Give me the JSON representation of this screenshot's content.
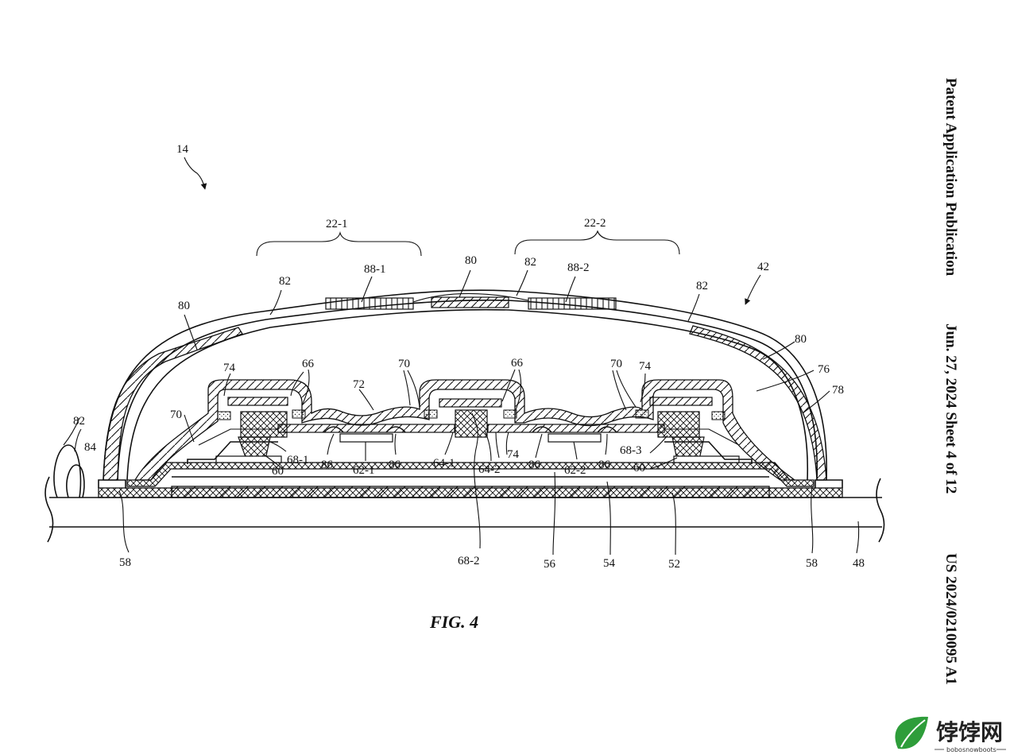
{
  "header": {
    "publication": "Patent Application Publication",
    "date_sheet": "Jun. 27, 2024  Sheet 4 of 12",
    "number": "US 2024/0210095 A1"
  },
  "figure": {
    "caption": "FIG. 4",
    "labels": {
      "l14": "14",
      "l22_1": "22-1",
      "l22_2": "22-2",
      "l42": "42",
      "l80_a": "80",
      "l80_b": "80",
      "l80_c": "80",
      "l82_a": "82",
      "l82_b": "82",
      "l82_c": "82",
      "l82_d": "82",
      "l84": "84",
      "l88_1": "88-1",
      "l88_2": "88-2",
      "l74_a": "74",
      "l74_b": "74",
      "l74_c": "74",
      "l66_a": "66",
      "l66_b": "66",
      "l70_a": "70",
      "l70_b": "70",
      "l70_c": "70",
      "l72": "72",
      "l76": "76",
      "l78": "78",
      "l68_1": "68-1",
      "l68_2": "68-2",
      "l68_3": "68-3",
      "l60_a": "60",
      "l60_b": "60",
      "l86_a": "86",
      "l86_b": "86",
      "l86_c": "86",
      "l86_d": "86",
      "l62_1": "62-1",
      "l62_2": "62-2",
      "l64_1": "64-1",
      "l64_2": "64-2",
      "l58_a": "58",
      "l58_b": "58",
      "l56": "56",
      "l54": "54",
      "l52": "52",
      "l48": "48"
    }
  },
  "watermark": {
    "name": "饽饽网",
    "site": "bobosnowboots"
  }
}
